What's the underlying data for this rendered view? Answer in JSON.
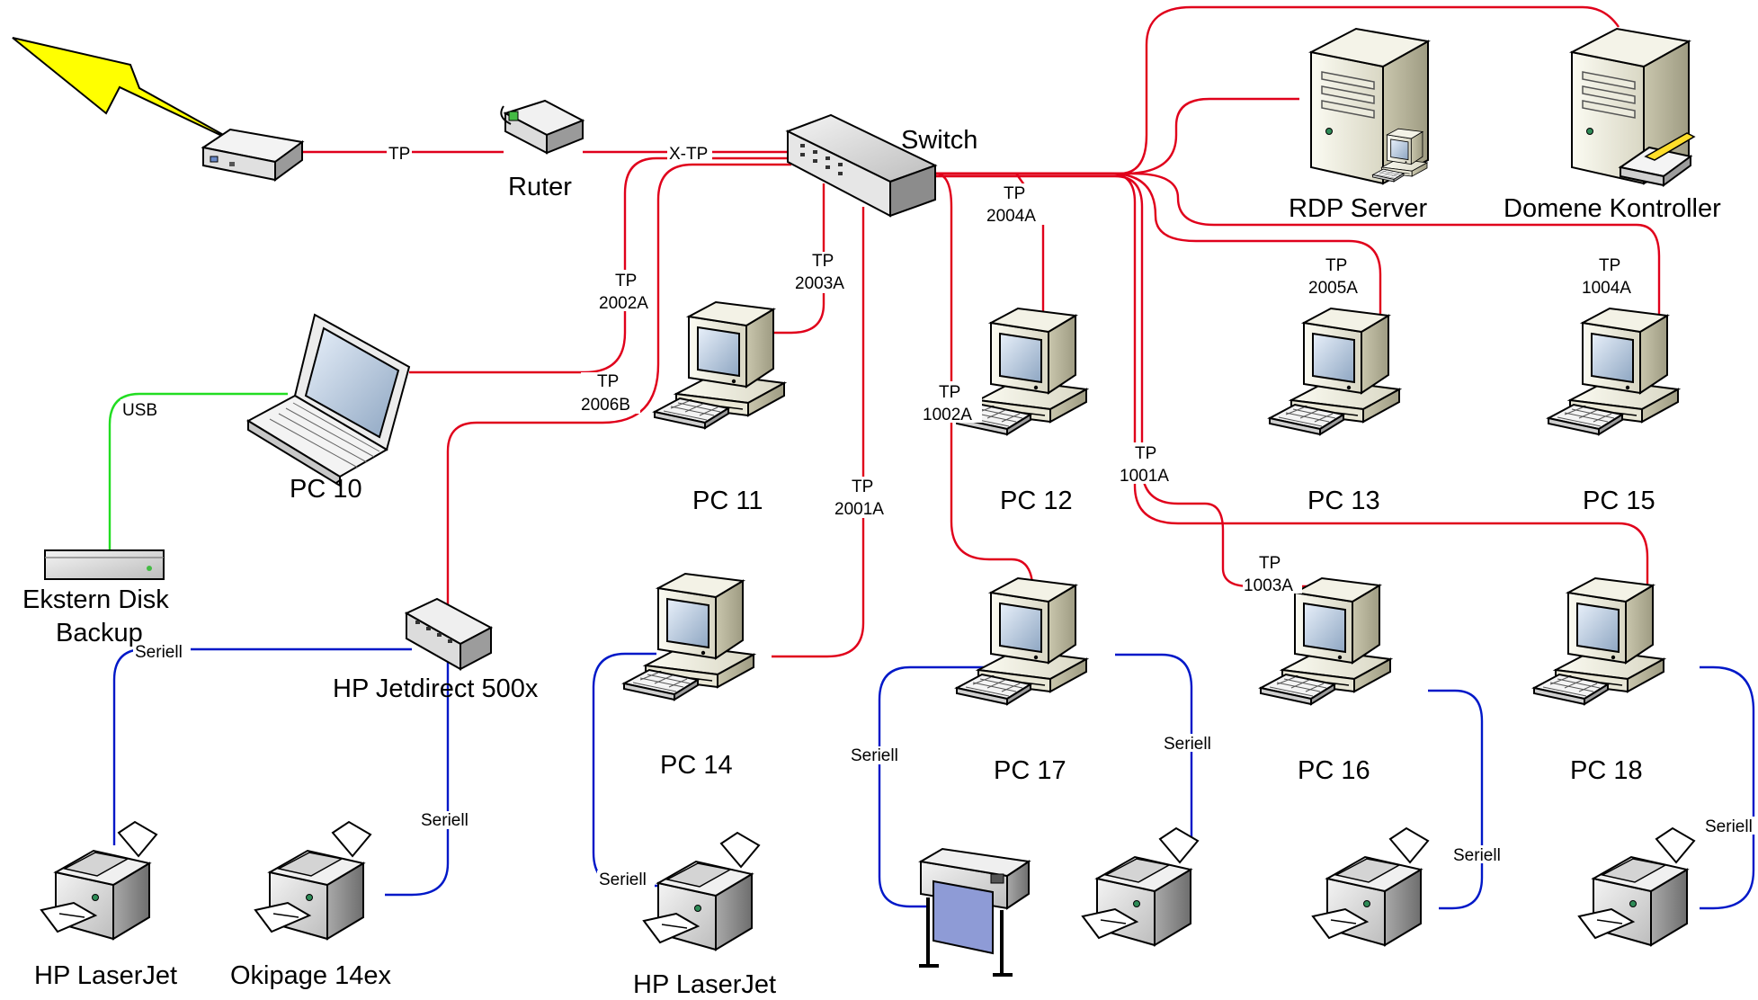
{
  "colors": {
    "tp": "#e0001b",
    "serial": "#0018c8",
    "usb": "#22dd22",
    "lightning": "#ffff00"
  },
  "icons": [
    "wireless-modem-icon",
    "router-icon",
    "switch-icon",
    "server-icon",
    "laptop-icon",
    "pc-icon",
    "external-disk-icon",
    "print-server-icon",
    "printer-icon",
    "plotter-icon"
  ],
  "devices": {
    "router": "Ruter",
    "switch": "Switch",
    "rdp_server": "RDP Server",
    "domain_controller": "Domene Kontroller",
    "pc10": "PC 10",
    "pc11": "PC 11",
    "pc12": "PC 12",
    "pc13": "PC 13",
    "pc15": "PC 15",
    "pc14": "PC 14",
    "pc17": "PC 17",
    "pc16": "PC 16",
    "pc18": "PC 18",
    "ext_disk_line1": "Ekstern Disk",
    "ext_disk_line2": "Backup",
    "jetdirect": "HP Jetdirect 500x",
    "printer_laserjet_left": "HP LaserJet",
    "printer_okipage": "Okipage 14ex",
    "printer_laserjet_center": "HP LaserJet"
  },
  "links": {
    "modem_router": "TP",
    "router_switch": "X-TP",
    "usb": "USB",
    "serial": "Seriell",
    "tp": "TP",
    "port_2002A": "2002A",
    "port_2006B": "2006B",
    "port_2003A": "2003A",
    "port_2004A": "2004A",
    "port_1002A": "1002A",
    "port_2001A": "2001A",
    "port_2005A": "2005A",
    "port_1004A": "1004A",
    "port_1001A": "1001A",
    "port_1003A": "1003A"
  }
}
